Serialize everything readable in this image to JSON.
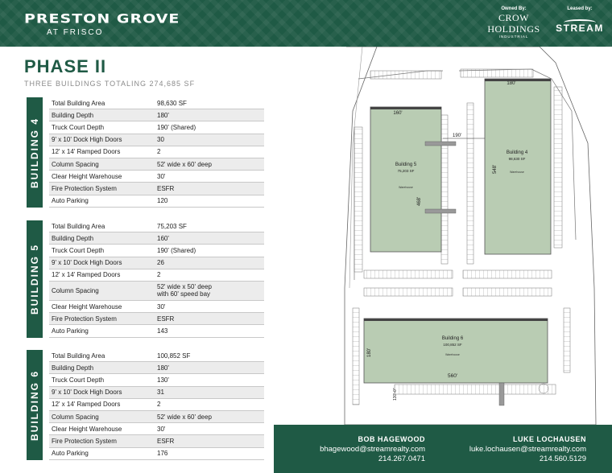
{
  "header": {
    "brand_main": "PRESTON GROVE",
    "brand_sub": "AT FRISCO",
    "owned_label": "Owned By:",
    "owned_name_1": "CROW",
    "owned_name_2": "HOLDINGS",
    "owned_sub": "INDUSTRIAL",
    "leased_label": "Leased by:",
    "leased_name": "STREAM"
  },
  "title": "PHASE II",
  "subtitle": "THREE BUILDINGS TOTALING 274,685 SF",
  "buildings": [
    {
      "label": "BUILDING 4",
      "rows": [
        {
          "k": "Total Building Area",
          "v": "98,630 SF"
        },
        {
          "k": "Building Depth",
          "v": "180'"
        },
        {
          "k": "Truck Court Depth",
          "v": "190' (Shared)"
        },
        {
          "k": "9' x 10' Dock High Doors",
          "v": "30"
        },
        {
          "k": "12' x 14' Ramped Doors",
          "v": "2"
        },
        {
          "k": "Column Spacing",
          "v": "52' wide x 60' deep"
        },
        {
          "k": "Clear Height Warehouse",
          "v": "30'"
        },
        {
          "k": "Fire Protection System",
          "v": "ESFR"
        },
        {
          "k": "Auto Parking",
          "v": "120"
        }
      ]
    },
    {
      "label": "BUILDING 5",
      "rows": [
        {
          "k": "Total Building Area",
          "v": "75,203 SF"
        },
        {
          "k": "Building Depth",
          "v": "160'"
        },
        {
          "k": "Truck Court Depth",
          "v": "190' (Shared)"
        },
        {
          "k": "9' x 10' Dock High Doors",
          "v": "26"
        },
        {
          "k": "12' x 14' Ramped Doors",
          "v": "2"
        },
        {
          "k": "Column Spacing",
          "v": "52' wide x 50' deep",
          "v2": "with 60' speed bay"
        },
        {
          "k": "Clear Height Warehouse",
          "v": "30'"
        },
        {
          "k": "Fire Protection System",
          "v": "ESFR"
        },
        {
          "k": "Auto Parking",
          "v": "143"
        }
      ]
    },
    {
      "label": "BUILDING 6",
      "rows": [
        {
          "k": "Total Building Area",
          "v": "100,852 SF"
        },
        {
          "k": "Building Depth",
          "v": "180'"
        },
        {
          "k": "Truck Court Depth",
          "v": "130'"
        },
        {
          "k": "9' x 10' Dock High Doors",
          "v": "31"
        },
        {
          "k": "12' x 14' Ramped Doors",
          "v": "2"
        },
        {
          "k": "Column Spacing",
          "v": "52' wide x 60' deep"
        },
        {
          "k": "Clear Height Warehouse",
          "v": "30'"
        },
        {
          "k": "Fire Protection System",
          "v": "ESFR"
        },
        {
          "k": "Auto Parking",
          "v": "176"
        }
      ]
    }
  ],
  "site_plan": {
    "b5_name": "Building 5",
    "b5_area": "75,203 SF",
    "b5_depth": "160'",
    "b5_length": "468'",
    "b4_name": "Building 4",
    "b4_area": "98,630 SF",
    "b4_depth": "180'",
    "b4_length": "548'",
    "court_depth": "190'",
    "b6_name": "Building 6",
    "b6_area": "100,852 SF",
    "b6_depth": "180'",
    "b6_length": "560'",
    "b6_court": "130'-0\"",
    "warehouse_label": "Warehouse"
  },
  "contacts": [
    {
      "name": "BOB HAGEWOOD",
      "email": "bhagewood@streamrealty.com",
      "phone": "214.267.0471"
    },
    {
      "name": "LUKE LOCHAUSEN",
      "email": "luke.lochausen@streamrealty.com",
      "phone": "214.560.5129"
    }
  ],
  "colors": {
    "brand_green": "#1f5a45",
    "row_gray": "#ececec"
  }
}
